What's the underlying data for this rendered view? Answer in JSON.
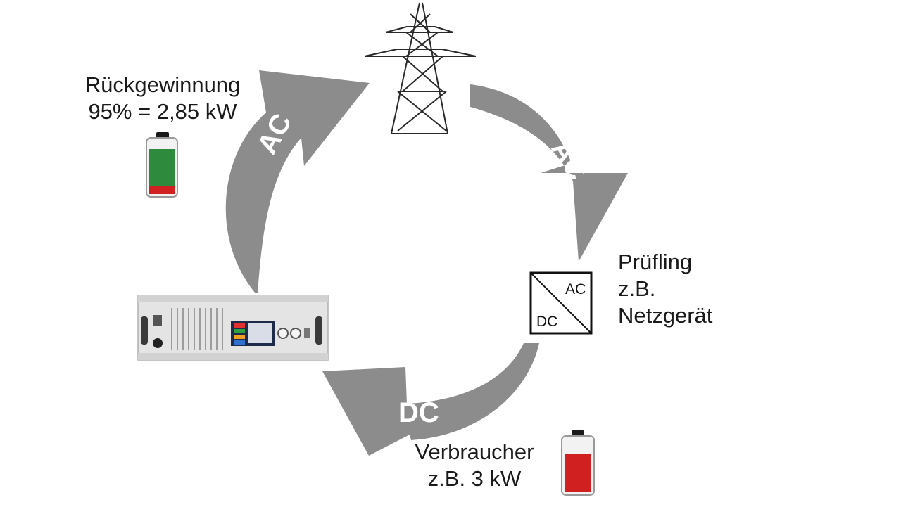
{
  "arrows": {
    "ac_up": "AC",
    "ac_down": "AC",
    "dc": "DC"
  },
  "recovery": {
    "line1": "Rückgewinnung",
    "line2": "95% = 2,85 kW"
  },
  "dut": {
    "line1": "Prüfling",
    "line2": "z.B.",
    "line3": "Netzgerät",
    "box_ac": "AC",
    "box_dc": "DC"
  },
  "consumer": {
    "line1": "Verbraucher",
    "line2": "z.B. 3 kW"
  },
  "colors": {
    "arrow": "#8c8c8c",
    "battery_green": "#2e8b3e",
    "battery_red": "#d0201f"
  }
}
